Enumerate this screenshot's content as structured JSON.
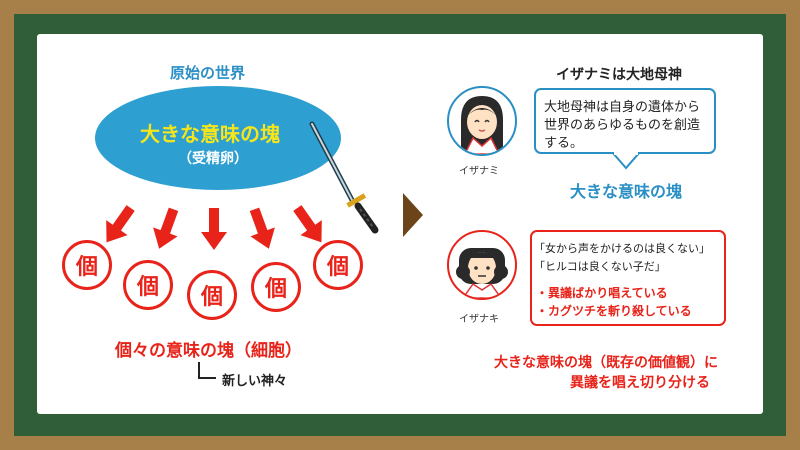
{
  "colors": {
    "frame": "#a77f49",
    "board": "#2f5e39",
    "blue": "#2a8fc4",
    "ellipse": "#2da0d1",
    "red": "#e8231a",
    "yellow": "#f6e51a",
    "brown": "#6b4419"
  },
  "left": {
    "title": "原始の世界",
    "ellipse_main": "大きな意味の塊",
    "ellipse_sub": "（受精卵）",
    "cell_char": "個",
    "cells_label": "個々の意味の塊（細胞）",
    "gods_label": "新しい神々",
    "sword_icon": "katana-icon"
  },
  "arrow_icon": "triangle-right-icon",
  "right": {
    "izanami": {
      "title": "イザナミは大地母神",
      "name": "イザナミ",
      "bubble_lines": [
        "大地母神は自身の遺体から",
        "世界のあらゆるものを創造",
        "する。"
      ],
      "result": "大きな意味の塊"
    },
    "izanagi": {
      "name": "イザナキ",
      "quotes": [
        "「女から声をかけるのは良くない」",
        "「ヒルコは良くない子だ」"
      ],
      "bullets": [
        "・異議ばかり唱えている",
        "・カグツチを斬り殺している"
      ],
      "result_lines": [
        "大きな意味の塊（既存の価値観）に",
        "異議を唱え切り分ける"
      ]
    }
  }
}
